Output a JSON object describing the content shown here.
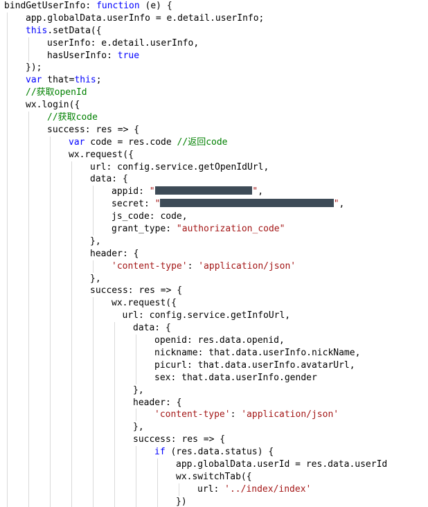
{
  "editor": {
    "colors": {
      "keyword": "#0000ff",
      "string": "#a31515",
      "comment": "#008000",
      "plain": "#000000",
      "redaction": "#3d4b57",
      "indent_guide": "#d9d9d9",
      "background": "#ffffff"
    },
    "lines": [
      {
        "indent": 0,
        "tokens": [
          {
            "t": "pl",
            "v": "bindGetUserInfo: "
          },
          {
            "t": "kw",
            "v": "function"
          },
          {
            "t": "pl",
            "v": " (e) {"
          }
        ]
      },
      {
        "indent": 1,
        "tokens": [
          {
            "t": "pl",
            "v": "app.globalData.userInfo = e.detail.userInfo;"
          }
        ]
      },
      {
        "indent": 1,
        "tokens": [
          {
            "t": "kw",
            "v": "this"
          },
          {
            "t": "pl",
            "v": ".setData({"
          }
        ]
      },
      {
        "indent": 2,
        "tokens": [
          {
            "t": "pl",
            "v": "userInfo: e.detail.userInfo,"
          }
        ]
      },
      {
        "indent": 2,
        "tokens": [
          {
            "t": "pl",
            "v": "hasUserInfo: "
          },
          {
            "t": "kw",
            "v": "true"
          }
        ]
      },
      {
        "indent": 1,
        "tokens": [
          {
            "t": "pl",
            "v": "});"
          }
        ]
      },
      {
        "indent": 1,
        "tokens": [
          {
            "t": "kw",
            "v": "var"
          },
          {
            "t": "pl",
            "v": " that="
          },
          {
            "t": "kw",
            "v": "this"
          },
          {
            "t": "pl",
            "v": ";"
          }
        ]
      },
      {
        "indent": 1,
        "tokens": [
          {
            "t": "cm",
            "v": "//获取openId"
          }
        ]
      },
      {
        "indent": 1,
        "tokens": [
          {
            "t": "pl",
            "v": "wx.login({"
          }
        ]
      },
      {
        "indent": 2,
        "tokens": [
          {
            "t": "cm",
            "v": "//获取code"
          }
        ]
      },
      {
        "indent": 2,
        "tokens": [
          {
            "t": "pl",
            "v": "success: res => {"
          }
        ]
      },
      {
        "indent": 3,
        "tokens": [
          {
            "t": "kw",
            "v": "var"
          },
          {
            "t": "pl",
            "v": " code = res.code "
          },
          {
            "t": "cm",
            "v": "//返回code"
          }
        ]
      },
      {
        "indent": 3,
        "tokens": [
          {
            "t": "pl",
            "v": "wx.request({"
          }
        ]
      },
      {
        "indent": 4,
        "tokens": [
          {
            "t": "pl",
            "v": "url: config.service.getOpenIdUrl,"
          }
        ]
      },
      {
        "indent": 4,
        "tokens": [
          {
            "t": "pl",
            "v": "data: {"
          }
        ]
      },
      {
        "indent": 5,
        "tokens": [
          {
            "t": "pl",
            "v": "appid: "
          },
          {
            "t": "str",
            "v": "\""
          },
          {
            "t": "red",
            "w": 18
          },
          {
            "t": "str",
            "v": "\""
          },
          {
            "t": "pl",
            "v": ","
          }
        ]
      },
      {
        "indent": 5,
        "tokens": [
          {
            "t": "pl",
            "v": "secret: "
          },
          {
            "t": "str",
            "v": "\""
          },
          {
            "t": "red",
            "w": 32
          },
          {
            "t": "str",
            "v": "\""
          },
          {
            "t": "pl",
            "v": ","
          }
        ]
      },
      {
        "indent": 5,
        "tokens": [
          {
            "t": "pl",
            "v": "js_code: code,"
          }
        ]
      },
      {
        "indent": 5,
        "tokens": [
          {
            "t": "pl",
            "v": "grant_type: "
          },
          {
            "t": "str",
            "v": "\"authorization_code\""
          }
        ]
      },
      {
        "indent": 4,
        "tokens": [
          {
            "t": "pl",
            "v": "},"
          }
        ]
      },
      {
        "indent": 4,
        "tokens": [
          {
            "t": "pl",
            "v": "header: {"
          }
        ]
      },
      {
        "indent": 5,
        "tokens": [
          {
            "t": "str",
            "v": "'content-type'"
          },
          {
            "t": "pl",
            "v": ": "
          },
          {
            "t": "str",
            "v": "'application/json'"
          }
        ]
      },
      {
        "indent": 4,
        "tokens": [
          {
            "t": "pl",
            "v": "},"
          }
        ]
      },
      {
        "indent": 4,
        "tokens": [
          {
            "t": "pl",
            "v": "success: res => {"
          }
        ]
      },
      {
        "indent": 5,
        "tokens": [
          {
            "t": "pl",
            "v": "wx.request({"
          }
        ]
      },
      {
        "indent": 5.5,
        "tokens": [
          {
            "t": "pl",
            "v": "url: config.service.getInfoUrl,"
          }
        ]
      },
      {
        "indent": 6,
        "tokens": [
          {
            "t": "pl",
            "v": "data: {"
          }
        ]
      },
      {
        "indent": 7,
        "tokens": [
          {
            "t": "pl",
            "v": "openid: res.data.openid,"
          }
        ]
      },
      {
        "indent": 7,
        "tokens": [
          {
            "t": "pl",
            "v": "nickname: that.data.userInfo.nickName,"
          }
        ]
      },
      {
        "indent": 7,
        "tokens": [
          {
            "t": "pl",
            "v": "picurl: that.data.userInfo.avatarUrl,"
          }
        ]
      },
      {
        "indent": 7,
        "tokens": [
          {
            "t": "pl",
            "v": "sex: that.data.userInfo.gender"
          }
        ]
      },
      {
        "indent": 6,
        "tokens": [
          {
            "t": "pl",
            "v": "},"
          }
        ]
      },
      {
        "indent": 6,
        "tokens": [
          {
            "t": "pl",
            "v": "header: {"
          }
        ]
      },
      {
        "indent": 7,
        "tokens": [
          {
            "t": "str",
            "v": "'content-type'"
          },
          {
            "t": "pl",
            "v": ": "
          },
          {
            "t": "str",
            "v": "'application/json'"
          }
        ]
      },
      {
        "indent": 6,
        "tokens": [
          {
            "t": "pl",
            "v": "},"
          }
        ]
      },
      {
        "indent": 6,
        "tokens": [
          {
            "t": "pl",
            "v": "success: res => {"
          }
        ]
      },
      {
        "indent": 7,
        "tokens": [
          {
            "t": "kw",
            "v": "if"
          },
          {
            "t": "pl",
            "v": " (res.data.status) {"
          }
        ]
      },
      {
        "indent": 8,
        "tokens": [
          {
            "t": "pl",
            "v": "app.globalData.userId = res.data.userId"
          }
        ]
      },
      {
        "indent": 8,
        "tokens": [
          {
            "t": "pl",
            "v": "wx.switchTab({"
          }
        ]
      },
      {
        "indent": 9,
        "tokens": [
          {
            "t": "pl",
            "v": "url: "
          },
          {
            "t": "str",
            "v": "'../index/index'"
          }
        ]
      },
      {
        "indent": 8,
        "tokens": [
          {
            "t": "pl",
            "v": "})"
          }
        ]
      }
    ]
  }
}
